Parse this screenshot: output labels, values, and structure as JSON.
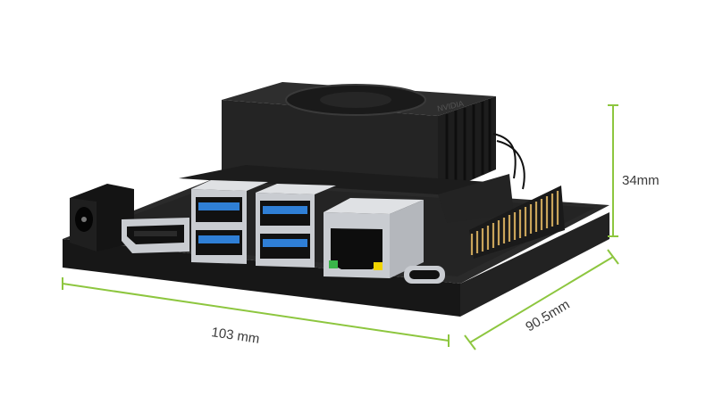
{
  "colors": {
    "dimension_line": "#8dc63f",
    "board_dark": "#1e1e1e",
    "usb_blue": "#2f7fd6",
    "port_silver": "#c9ccd1",
    "gold_pins": "#c9a45a",
    "led_green": "#39b54a",
    "led_yellow": "#f0d400",
    "label_text": "#3a3a3a"
  },
  "dimensions": {
    "height": "34mm",
    "width": "103 mm",
    "depth": "90.5mm"
  },
  "product": {
    "heatsink_logo": "NVIDIA",
    "ports": [
      "dc-barrel-jack",
      "hdmi-port",
      "usb-a-port",
      "usb-a-port",
      "usb-a-port",
      "usb-a-port",
      "ethernet-port",
      "usb-c-port",
      "gpio-header"
    ],
    "fan_icon": "fan-icon"
  }
}
